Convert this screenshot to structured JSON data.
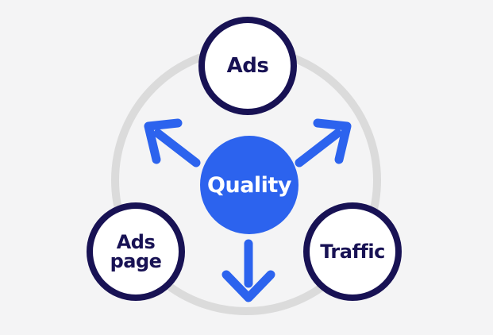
{
  "diagram": {
    "colors": {
      "background": "#F4F4F5",
      "ring": "#DBDBDB",
      "accent_blue": "#2C63EE",
      "navy": "#181254",
      "node_fill": "#FFFFFF",
      "center_text": "#FFFFFF"
    },
    "center": {
      "label": "Quality"
    },
    "nodes": {
      "top": {
        "label": "Ads"
      },
      "bottom_left": {
        "line1": "Ads",
        "line2": "page"
      },
      "bottom_right": {
        "label": "Traffic"
      }
    },
    "arrows": [
      {
        "icon": "arrow-up-left-icon",
        "direction": "up-left"
      },
      {
        "icon": "arrow-up-right-icon",
        "direction": "up-right"
      },
      {
        "icon": "arrow-down-icon",
        "direction": "down"
      }
    ]
  }
}
